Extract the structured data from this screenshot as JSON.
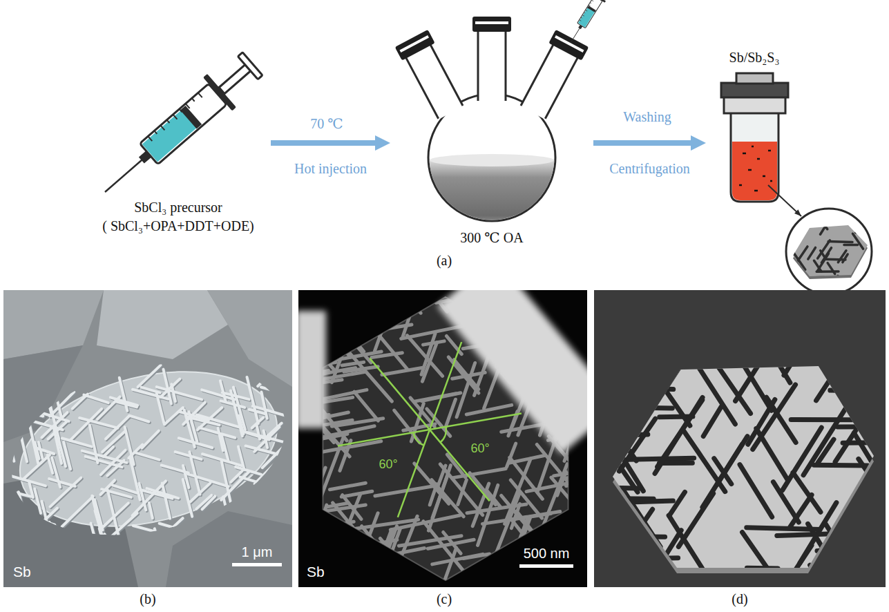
{
  "diagram": {
    "nodes": [
      {
        "text": [
          "SbCl₃ precursor",
          "( SbCl₃+OPA+DDT+ODE)"
        ]
      },
      {
        "text": [
          "300 ℃ OA"
        ]
      },
      {
        "text": [
          "Sb/Sb₂S₃"
        ]
      },
      {
        "text": [
          "Sb",
          "1 μm",
          "(b)"
        ]
      },
      {
        "text": [
          "60°",
          "60°",
          "Sb",
          "500 nm",
          "(c)"
        ]
      },
      {
        "text": [
          "(d)"
        ]
      }
    ],
    "edges": [
      {
        "from": 0,
        "to": 1,
        "arrow": "to",
        "label": "Hot injection"
      },
      {
        "from": 1,
        "to": 2,
        "arrow": "to",
        "label": "Centrifugation"
      }
    ],
    "labels": [
      "70 ℃",
      "Washing",
      "(a)"
    ]
  }
}
